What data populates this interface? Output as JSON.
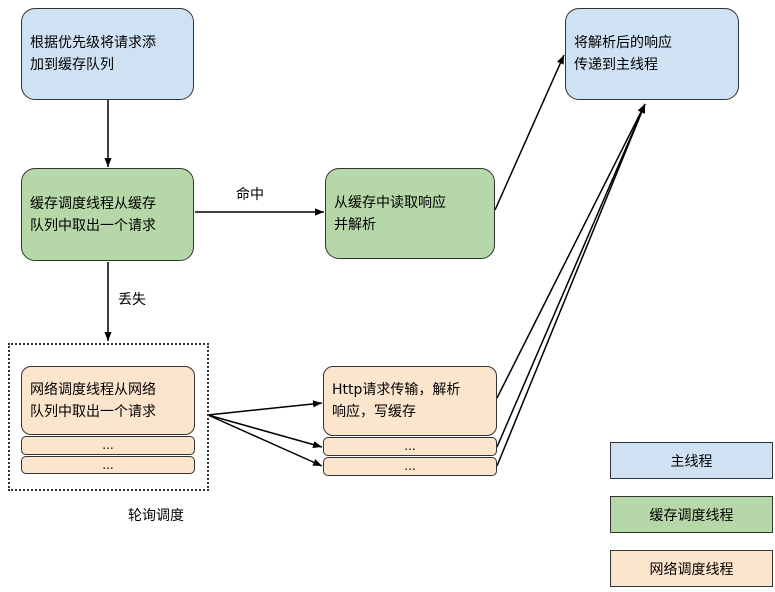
{
  "nodes": {
    "enqueue": "根据优先级将请求添\n加到缓存队列",
    "deliver": "将解析后的响应\n传递到主线程",
    "cache_dispatch": "缓存调度线程从缓存\n队列中取出一个请求",
    "cache_read": "从缓存中读取响应\n并解析",
    "network_dispatch": "网络调度线程从网络\n队列中取出一个请求",
    "http_transfer": "Http请求传输，解析\n响应，写缓存"
  },
  "stacked_items": {
    "network_more_1": "...",
    "network_more_2": "...",
    "http_more_1": "...",
    "http_more_2": "..."
  },
  "edge_labels": {
    "hit": "命中",
    "miss": "丢失",
    "polling": "轮询调度"
  },
  "legend": {
    "main_thread": "主线程",
    "cache_thread": "缓存调度线程",
    "network_thread": "网络调度线程"
  },
  "colors": {
    "main_thread": "#cfe2f3",
    "cache_thread": "#b6d7a8",
    "network_thread": "#fce5cd"
  }
}
